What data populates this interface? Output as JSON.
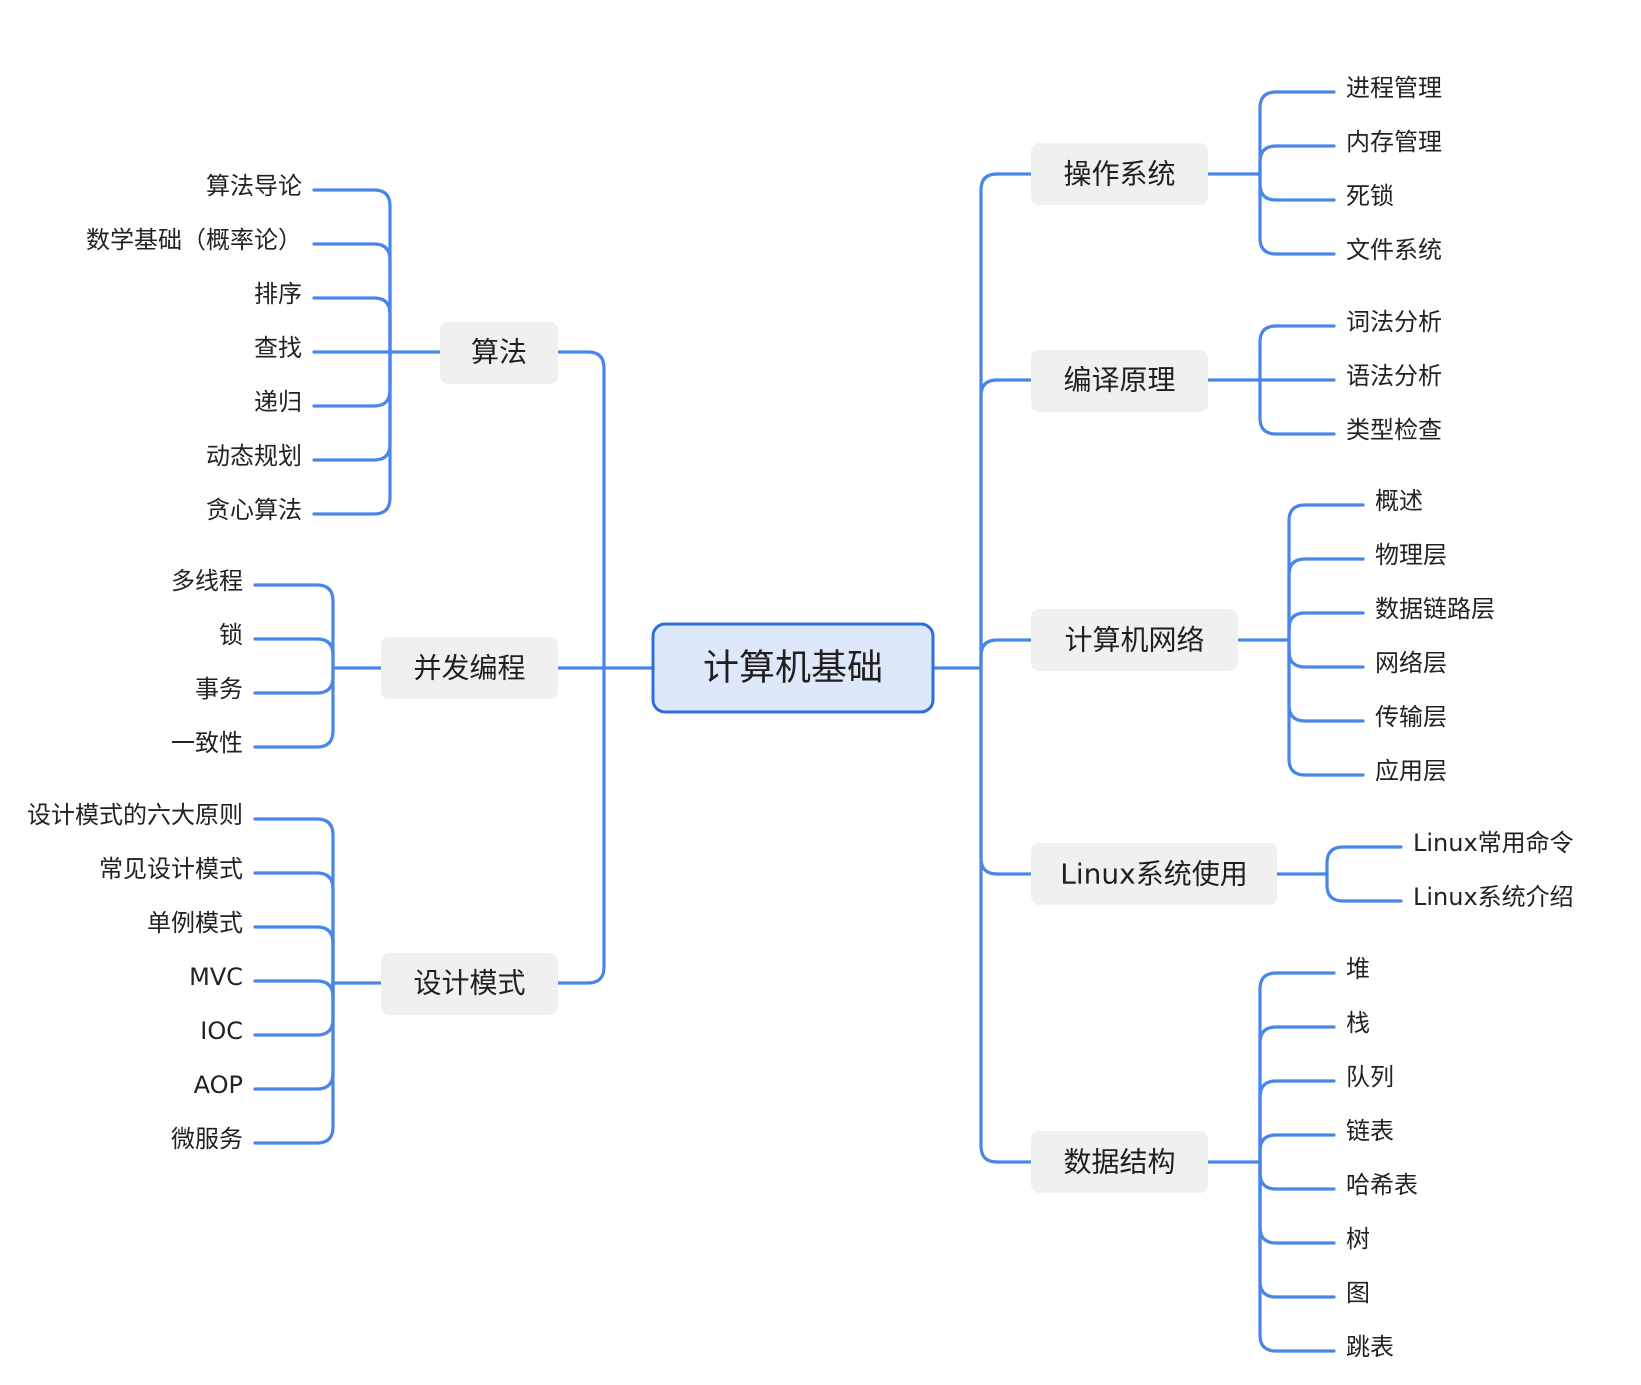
{
  "root": {
    "label": "计算机基础"
  },
  "left_branches": [
    {
      "label": "算法",
      "children": [
        "算法导论",
        "数学基础（概率论）",
        "排序",
        "查找",
        "递归",
        "动态规划",
        "贪心算法"
      ]
    },
    {
      "label": "并发编程",
      "children": [
        "多线程",
        "锁",
        "事务",
        "一致性"
      ]
    },
    {
      "label": "设计模式",
      "children": [
        "设计模式的六大原则",
        "常见设计模式",
        "单例模式",
        "MVC",
        "IOC",
        "AOP",
        "微服务"
      ]
    }
  ],
  "right_branches": [
    {
      "label": "操作系统",
      "children": [
        "进程管理",
        "内存管理",
        "死锁",
        "文件系统"
      ]
    },
    {
      "label": "编译原理",
      "children": [
        "词法分析",
        "语法分析",
        "类型检查"
      ]
    },
    {
      "label": "计算机网络",
      "children": [
        "概述",
        "物理层",
        "数据链路层",
        "网络层",
        "传输层",
        "应用层"
      ]
    },
    {
      "label": "Linux系统使用",
      "children": [
        "Linux常用命令",
        "Linux系统介绍"
      ]
    },
    {
      "label": "数据结构",
      "children": [
        "堆",
        "栈",
        "队列",
        "链表",
        "哈希表",
        "树",
        "图",
        "跳表"
      ]
    }
  ],
  "colors": {
    "connector": "#4a86e8",
    "root_fill": "#dde8fb",
    "root_border": "#2e6ddd",
    "branch_fill": "#f0f0f1",
    "text": "#1f1f1f"
  }
}
